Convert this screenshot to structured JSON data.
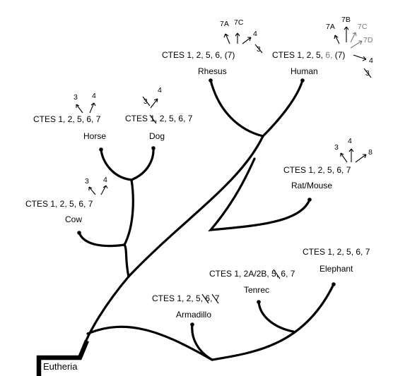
{
  "root_label": "Eutheria",
  "taxa": {
    "rhesus": "Rhesus",
    "human": "Human",
    "horse": "Horse",
    "dog": "Dog",
    "rat": "Rat/Mouse",
    "cow": "Cow",
    "elephant": "Elephant",
    "tenrec": "Tenrec",
    "armadillo": "Armadillo"
  },
  "ctes": {
    "rhesus": "CTES 1, 2, 5, 6, (7)",
    "human_a": "CTES 1, 2, 5,",
    "human_b": "6,",
    "human_c": "(7)",
    "horse": "CTES 1, 2, 5, 6, 7",
    "dog_a": "CTES",
    "dog_b": "1",
    "dog_c": ", 2, 5, 6, 7",
    "rat": "CTES 1, 2, 5, 6, 7",
    "cow": "CTES 1, 2, 5, 6, 7",
    "elephant": "CTES 1, 2, 5, 6, 7",
    "tenrec_a": "CTES 1, 2A/2B,",
    "tenrec_b": "5",
    "tenrec_c": ", 6, 7",
    "armadillo_a": "CTES 1, 2,",
    "armadillo_b": "5",
    "armadillo_c": ",",
    "armadillo_d": "6",
    "armadillo_e": ", 7"
  },
  "duplications": {
    "rhesus": [
      "7A",
      "7C",
      "4",
      "3"
    ],
    "human": [
      "7A",
      "7B",
      "7C",
      "7D",
      "4",
      "3"
    ],
    "horse": [
      "3",
      "4"
    ],
    "dog": [
      "3",
      "4"
    ],
    "rat": [
      "3",
      "4",
      "8"
    ],
    "cow": [
      "3",
      "4"
    ]
  },
  "colors": {
    "ink": "#000000",
    "lost_gene": "#777777"
  }
}
